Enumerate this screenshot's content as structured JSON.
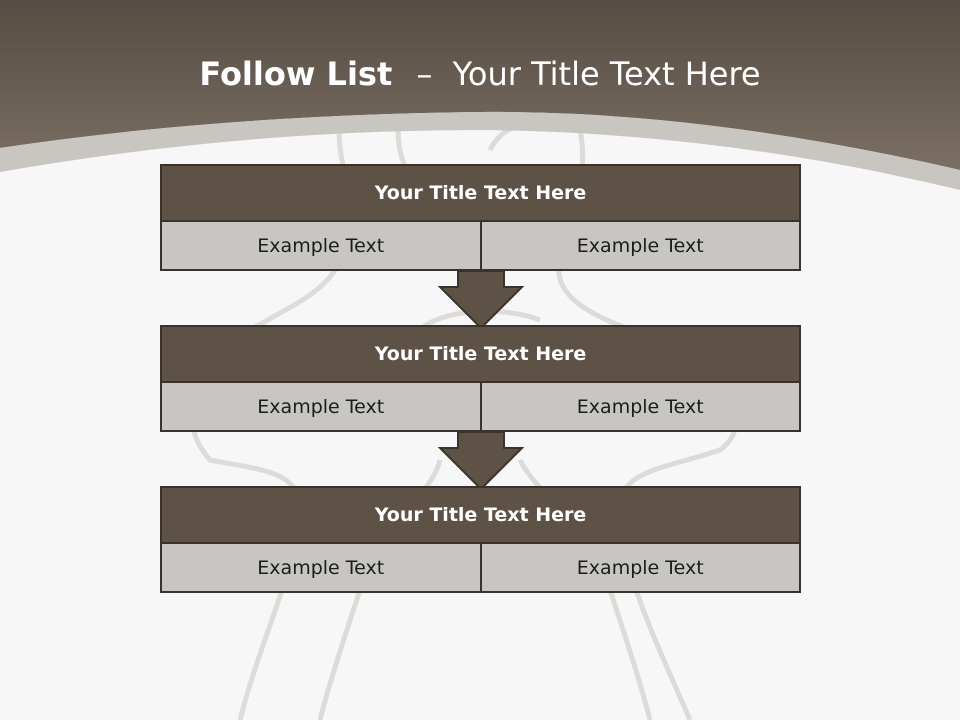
{
  "slide": {
    "title_bold": "Follow List",
    "title_dash": "–",
    "title_rest": "Your Title Text Here"
  },
  "blocks": [
    {
      "title": "Your Title Text Here",
      "cells": [
        "Example Text",
        "Example Text"
      ]
    },
    {
      "title": "Your Title Text Here",
      "cells": [
        "Example Text",
        "Example Text"
      ]
    },
    {
      "title": "Your Title Text Here",
      "cells": [
        "Example Text",
        "Example Text"
      ]
    }
  ],
  "colors": {
    "header_band": "#6f6457",
    "block_header": "#5e5246",
    "block_cell": "#c8c6c2",
    "border": "#3a332b",
    "arrow": "#5e5246"
  }
}
